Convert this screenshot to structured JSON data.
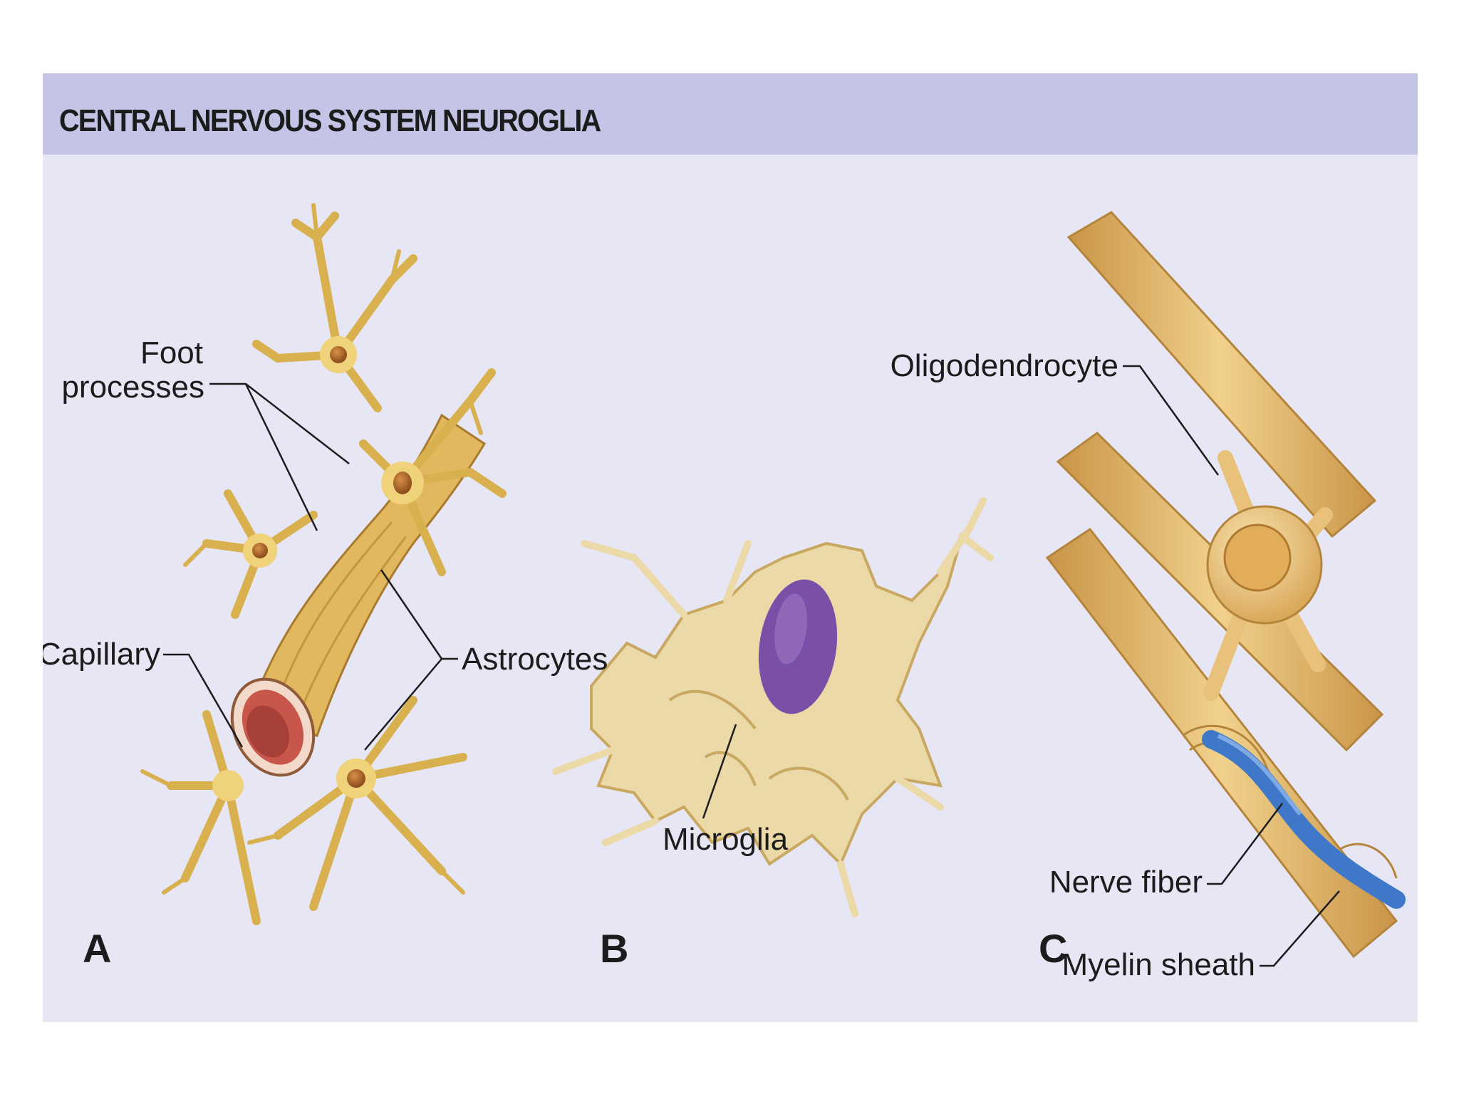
{
  "title": "CENTRAL NERVOUS SYSTEM NEUROGLIA",
  "panels": [
    {
      "letter": "A",
      "labels": [
        "Foot",
        "processes",
        "Capillary",
        "Astrocytes"
      ]
    },
    {
      "letter": "B",
      "labels": [
        "Microglia"
      ]
    },
    {
      "letter": "C",
      "labels": [
        "Oligodendrocyte",
        "Nerve fiber",
        "Myelin sheath"
      ]
    }
  ],
  "colors": {
    "header": "#c4c4e6",
    "background": "#e6e6f4",
    "glia": "#efd27a",
    "microglia": "#ecd9a8",
    "myelin": "#e8c27a",
    "microglia_nucleus": "#7a4fa8",
    "nerve_fiber": "#3f78c8",
    "capillary_lumen": "#c9564a"
  }
}
